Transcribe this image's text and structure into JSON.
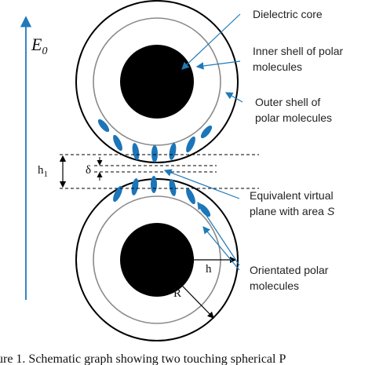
{
  "field": {
    "symbol": "E",
    "subscript": "0"
  },
  "labels": {
    "dielectric_core": "Dielectric core",
    "inner_shell_line1": "Inner shell of polar",
    "inner_shell_line2": "molecules",
    "outer_shell_line1": "Outer shell of",
    "outer_shell_line2": "polar molecules",
    "plane_line1": "Equivalent virtual",
    "plane_line2": "plane with area",
    "plane_symbol": "S",
    "oriented_line1": "Orientated polar",
    "oriented_line2": "molecules"
  },
  "dims": {
    "h1_main": "h",
    "h1_sub": "1",
    "delta": "δ",
    "h": "h",
    "R": "R"
  },
  "caption": "ure 1.   Schematic graph showing two touching spherical P",
  "colors": {
    "arrow": "#1f7ab8",
    "molecule": "#1b75b8",
    "core": "#000000",
    "outline": "#000000",
    "inner_shell": "#8a8a8a"
  }
}
